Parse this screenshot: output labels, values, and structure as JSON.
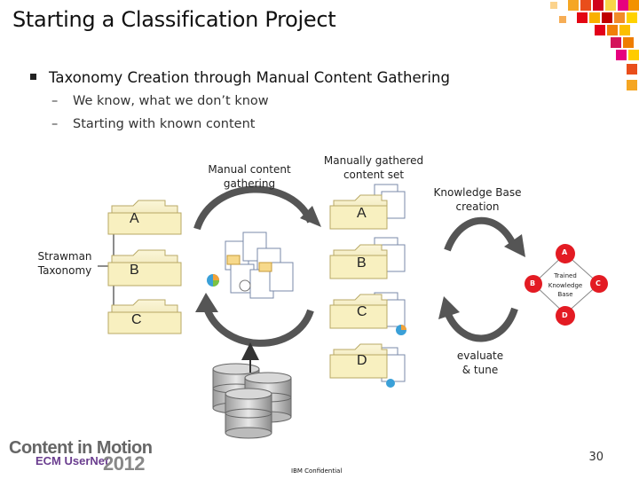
{
  "slide": {
    "title": "Starting a Classification Project",
    "bullet": "Taxonomy Creation through Manual Content Gathering",
    "sub_bullets": [
      "We know, what we don’t know",
      "Starting with known content"
    ]
  },
  "diagram": {
    "manual_gathering_label_1": "Manual content",
    "manual_gathering_label_2": "gathering",
    "gathered_set_label_1": "Manually gathered",
    "gathered_set_label_2": "content set",
    "kb_creation_label_1": "Knowledge Base",
    "kb_creation_label_2": "creation",
    "strawman_label_1": "Strawman",
    "strawman_label_2": "Taxonomy",
    "taxonomy_folders": [
      "A",
      "B",
      "C"
    ],
    "content_folders": [
      "A",
      "B",
      "C",
      "D"
    ],
    "evaluate_label_1": "evaluate",
    "evaluate_label_2": "& tune",
    "kb_nodes": [
      "A",
      "B",
      "C",
      "D"
    ],
    "kb_center_1": "Trained",
    "kb_center_2": "Knowledge",
    "kb_center_3": "Base",
    "node_colors": {
      "A": "#e31b23",
      "B": "#e31b23",
      "C": "#e31b23",
      "D": "#e31b23"
    }
  },
  "footer": {
    "logo_title": "Content in Motion",
    "logo_sub": "ECM UserNet",
    "logo_year": "2012",
    "confidential": "IBM Confidential",
    "page_number": "30"
  }
}
